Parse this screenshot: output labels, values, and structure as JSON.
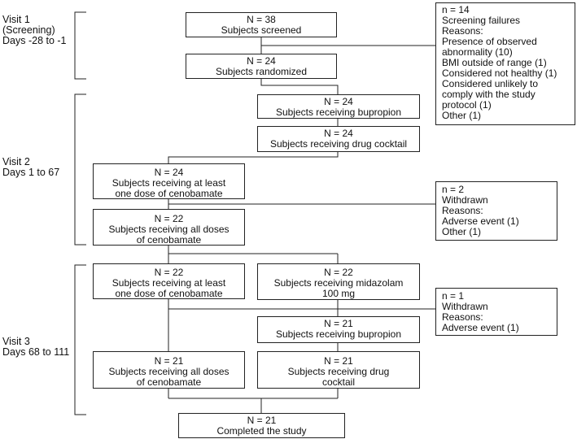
{
  "visits": {
    "v1": [
      "Visit 1",
      "(Screening)",
      "Days -28 to -1"
    ],
    "v2": [
      "Visit 2",
      "Days 1 to 67"
    ],
    "v3": [
      "Visit 3",
      "Days 68 to 111"
    ]
  },
  "boxes": {
    "screened": [
      "N = 38",
      "Subjects screened"
    ],
    "randomized": [
      "N = 24",
      "Subjects randomized"
    ],
    "v2_bupropion": [
      "N = 24",
      "Subjects receiving bupropion"
    ],
    "v2_cocktail": [
      "N = 24",
      "Subjects receiving drug cocktail"
    ],
    "v2_cenobamate_one": [
      "N = 24",
      "Subjects receiving at least",
      "one dose of cenobamate"
    ],
    "v2_cenobamate_all": [
      "N = 22",
      "Subjects receiving all doses",
      "of cenobamate"
    ],
    "v3_cenobamate_one": [
      "N = 22",
      "Subjects receiving at least",
      "one dose of cenobamate"
    ],
    "v3_midazolam": [
      "N = 22",
      "Subjects receiving midazolam",
      "100 mg"
    ],
    "v3_bupropion": [
      "N = 21",
      "Subjects receiving bupropion"
    ],
    "v3_cenobamate_all": [
      "N = 21",
      "Subjects receiving all doses",
      "of cenobamate"
    ],
    "v3_cocktail": [
      "N = 21",
      "Subjects receiving drug",
      "cocktail"
    ],
    "completed": [
      "N = 21",
      "Completed the study"
    ]
  },
  "exclusions": {
    "screening": [
      "n = 14",
      "Screening failures",
      "Reasons:",
      "Presence of observed",
      "abnormality (10)",
      "BMI outside of range (1)",
      "Considered not healthy (1)",
      "Considered unlikely to",
      "comply with the study",
      "protocol (1)",
      "Other (1)"
    ],
    "v2_withdrawn": [
      "n = 2",
      "Withdrawn",
      "Reasons:",
      "Adverse event (1)",
      "Other (1)"
    ],
    "v3_withdrawn": [
      "n = 1",
      "Withdrawn",
      "Reasons:",
      "Adverse event (1)"
    ]
  }
}
